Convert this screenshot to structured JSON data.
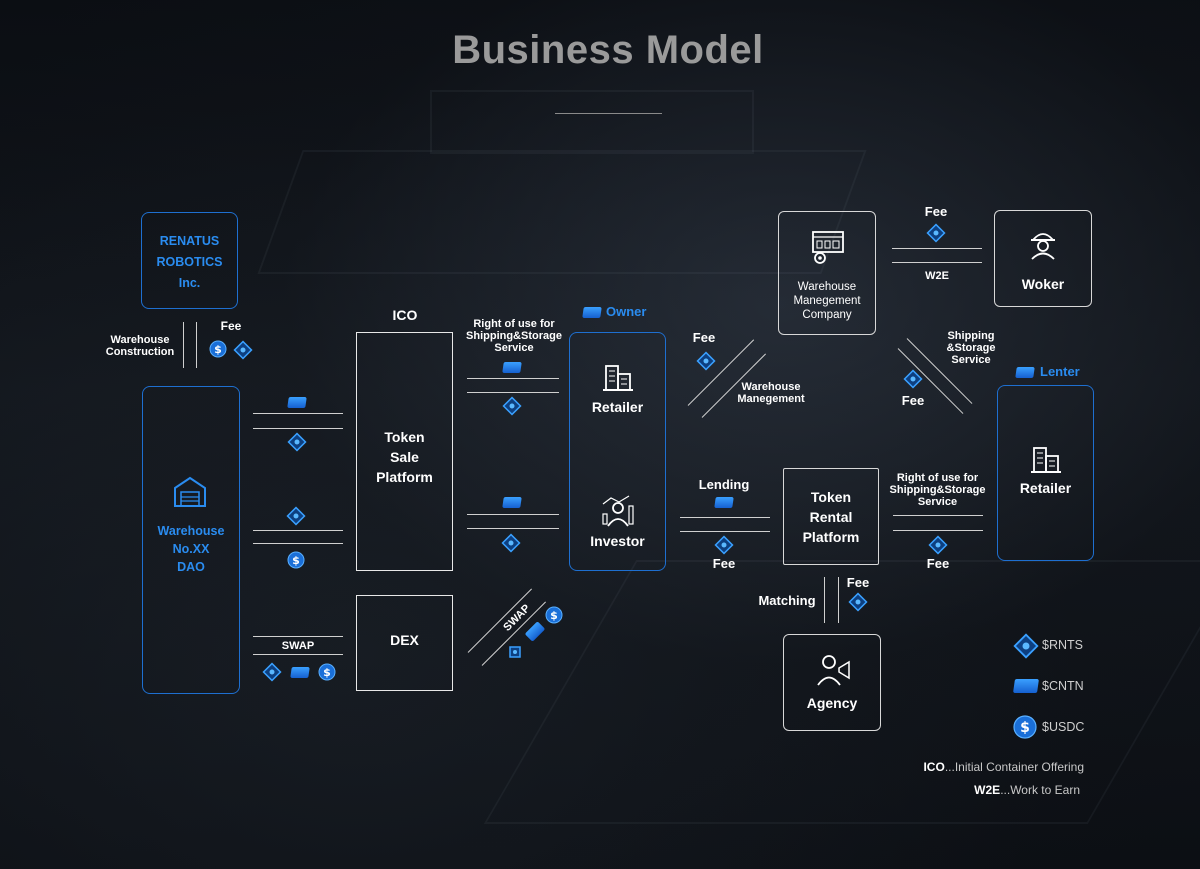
{
  "title": "Business Model",
  "nodes": {
    "renatus": "RENATUS\nROBOTICS\nInc.",
    "warehouse_dao": "Warehouse\nNo.XX\nDAO",
    "ico": "ICO",
    "token_sale": "Token\nSale\nPlatform",
    "dex": "DEX",
    "owner_tag": "Owner",
    "retailer1": "Retailer",
    "investor": "Investor",
    "wh_mgmt_company": "Warehouse\nManegement\nCompany",
    "woker": "Woker",
    "lenter_tag": "Lenter",
    "retailer2": "Retailer",
    "token_rental": "Token\nRental\nPlatform",
    "agency": "Agency"
  },
  "labels": {
    "warehouse_construction": "Warehouse\nConstruction",
    "fee": "Fee",
    "swap": "SWAP",
    "right_of_use": "Right of use for\nShipping&Storage\nService",
    "warehouse_manegement": "Warehouse\nManegement",
    "w2e": "W2E",
    "shipping_storage": "Shipping\n&Storage\nService",
    "lending": "Lending",
    "matching": "Matching"
  },
  "legend": {
    "rnts": "$RNTS",
    "cntn": "$CNTN",
    "usdc": "$USDC"
  },
  "notes": {
    "ico_abbr": "ICO",
    "ico_def": "...Initial Container Offering",
    "w2e_abbr": "W2E",
    "w2e_def": "...Work to Earn"
  },
  "colors": {
    "accent_blue": "#2a8cf0",
    "box_border": "#e8e8e8",
    "background": "#0b0e13"
  }
}
